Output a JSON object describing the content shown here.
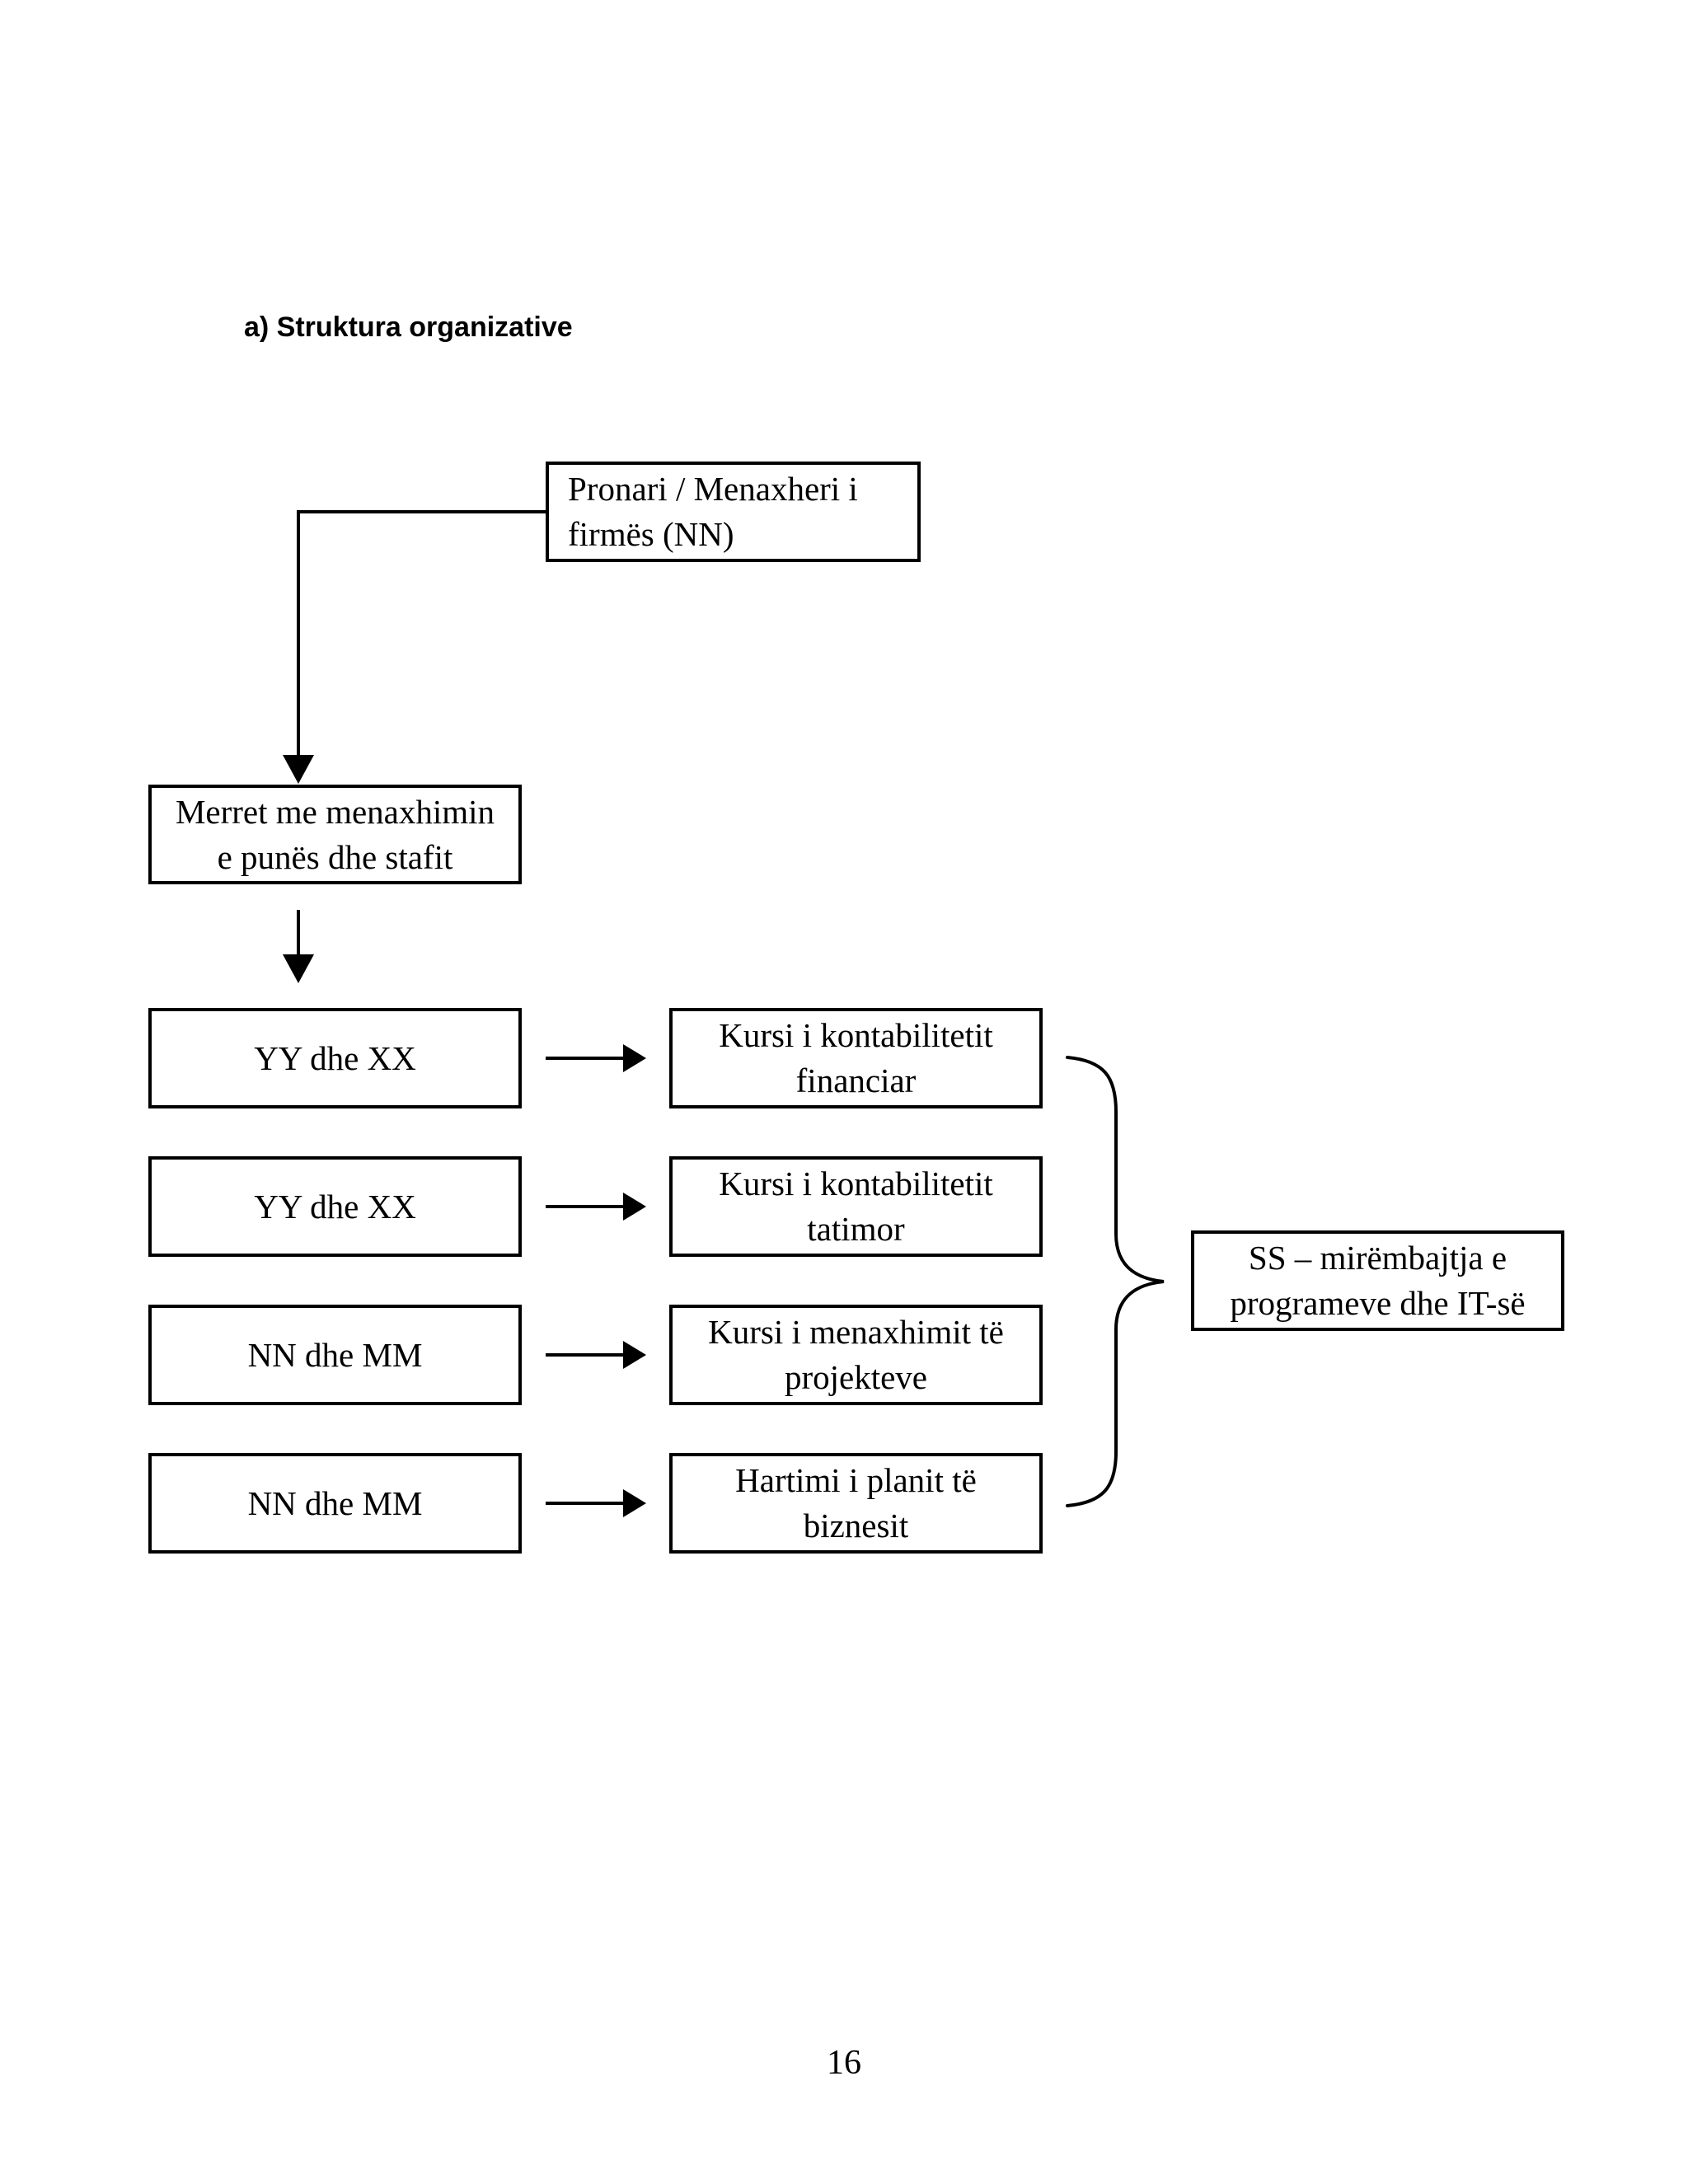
{
  "page": {
    "title": "a) Struktura organizative",
    "page_number": "16"
  },
  "diagram": {
    "owner_box": "Pronari / Menaxheri i\nfirmës (NN)",
    "management_box": "Merret me menaxhimin\ne punës dhe stafit",
    "rows": [
      {
        "staff": "YY dhe XX",
        "course": "Kursi i kontabilitetit\nfinanciar"
      },
      {
        "staff": "YY dhe XX",
        "course": "Kursi i kontabilitetit\ntatimor"
      },
      {
        "staff": "NN dhe MM",
        "course": "Kursi i menaxhimit të\nprojekteve"
      },
      {
        "staff": "NN dhe MM",
        "course": "Hartimi i planit të\nbiznesit"
      }
    ],
    "support_box": "SS – mirëmbajtja e\nprogrameve dhe IT-së",
    "line_color": "#000000",
    "background_color": "#ffffff"
  }
}
